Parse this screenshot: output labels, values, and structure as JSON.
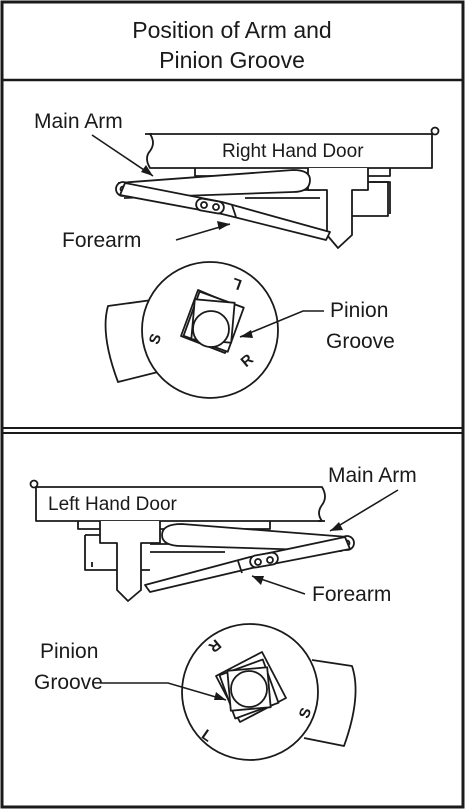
{
  "title": {
    "line1": "Position of Arm and",
    "line2": "Pinion Groove"
  },
  "right_hand": {
    "door_label": "Right Hand Door",
    "main_arm_label": "Main Arm",
    "forearm_label": "Forearm",
    "pinion_line1": "Pinion",
    "pinion_line2": "Groove",
    "letters": {
      "l": "L",
      "s": "S",
      "r": "R"
    }
  },
  "left_hand": {
    "door_label": "Left Hand Door",
    "main_arm_label": "Main Arm",
    "forearm_label": "Forearm",
    "pinion_line1": "Pinion",
    "pinion_line2": "Groove",
    "letters": {
      "r": "R",
      "s": "S",
      "l": "L"
    }
  }
}
